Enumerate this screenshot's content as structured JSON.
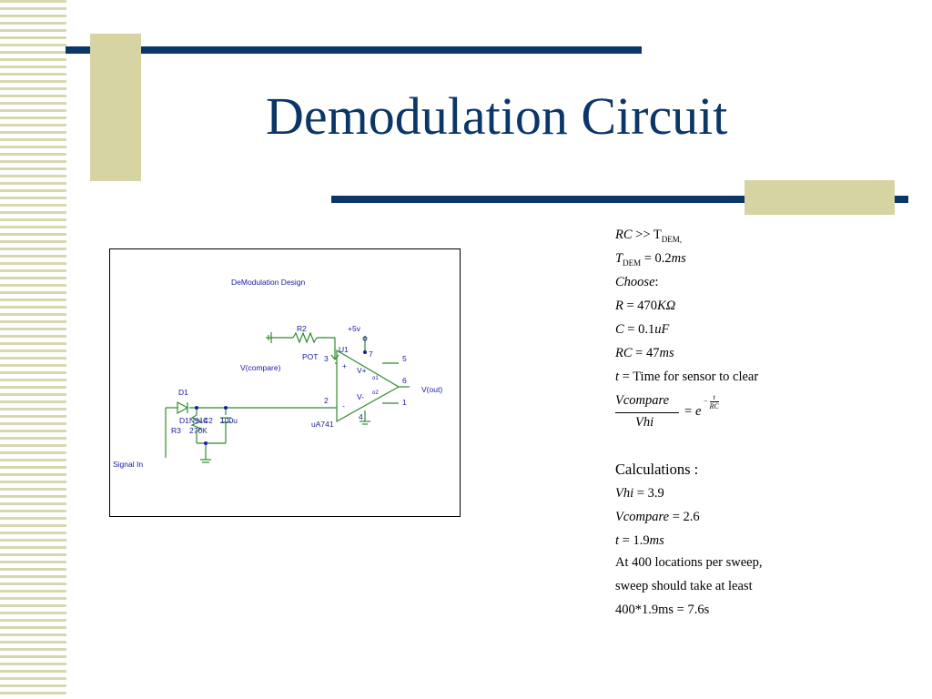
{
  "title": "Demodulation Circuit",
  "colors": {
    "accent": "#0b3668",
    "tan": "#d6d4a2",
    "wire": "#2e8b2e",
    "label": "#1a1aa0"
  },
  "schematic": {
    "heading": "DeModulation Design",
    "r2": "R2",
    "pot": "POT",
    "pin3": "3",
    "plus5v": "+5v",
    "u1": "U1",
    "pin7": "7",
    "vcompare": "V(compare)",
    "pin5": "5",
    "pin6": "6",
    "pin1": "1",
    "pin2": "2",
    "pin4": "4",
    "vout": "V(out)",
    "d1": "D1",
    "d1part": "D1N914",
    "c2": "C2",
    "c2val": "100u",
    "r3": "R3",
    "r3val": "270K",
    "ua741": "uA741",
    "signal_in": "Signal In",
    "vplus": "V+",
    "vminus": "V-",
    "plus": "+",
    "minus": "-",
    "o1": "o1",
    "o2": "o2"
  },
  "equations": {
    "rc_gg": {
      "lhs": "RC",
      "op": " >> T",
      "sub": "DEM,"
    },
    "tdem": {
      "lhs": "T",
      "sub": "DEM",
      "rhs": " = 0.2",
      "unit": "ms"
    },
    "choose": "Choose",
    "choose_colon": ":",
    "r": {
      "lhs": "R",
      "rhs": " = 470",
      "unit": "KΩ"
    },
    "c": {
      "lhs": "C",
      "rhs": " = 0.1",
      "unit": "uF"
    },
    "rc": {
      "lhs": "RC",
      "rhs": " = 47",
      "unit": "ms"
    },
    "t_def": {
      "lhs": "t",
      "rhs": " = Time for sensor to clear"
    },
    "ratio": {
      "num": "Vcompare",
      "den": "Vhi",
      "eq": "=",
      "base": "e",
      "exp_sign": "−",
      "exp_num": "t",
      "exp_den": "RC"
    },
    "calc_title": "Calculations :",
    "vhi": {
      "lhs": "Vhi",
      "rhs": " = 3.9"
    },
    "vcomp": {
      "lhs": "Vcompare",
      "rhs": " = 2.6"
    },
    "t_val": {
      "lhs": "t",
      "rhs": " = 1.9",
      "unit": "ms"
    },
    "line1": "At 400 locations per sweep,",
    "line2": "sweep should take at least",
    "line3": "400*1.9ms = 7.6s"
  }
}
